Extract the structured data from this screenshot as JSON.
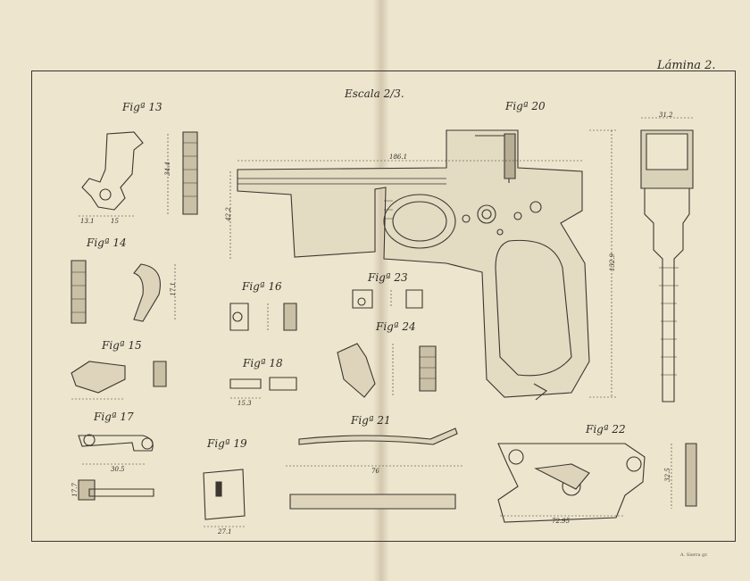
{
  "plate": {
    "label": "Lámina 2."
  },
  "scale": {
    "label": "Escala 2/3."
  },
  "figures": [
    {
      "id": "13",
      "label": "Figª 13"
    },
    {
      "id": "14",
      "label": "Figª 14"
    },
    {
      "id": "15",
      "label": "Figª 15"
    },
    {
      "id": "16",
      "label": "Figª 16"
    },
    {
      "id": "17",
      "label": "Figª 17"
    },
    {
      "id": "18",
      "label": "Figª 18"
    },
    {
      "id": "19",
      "label": "Figª 19"
    },
    {
      "id": "20",
      "label": "Figª 20"
    },
    {
      "id": "21",
      "label": "Figª 21"
    },
    {
      "id": "22",
      "label": "Figª 22"
    },
    {
      "id": "23",
      "label": "Figª 23"
    },
    {
      "id": "24",
      "label": "Figª 24"
    }
  ],
  "dimensions": {
    "fig20_length": "186.1",
    "fig20_height": "42.2",
    "fig20_grip": "132.9",
    "fig20_side_top": "31.2",
    "fig13_height": "34.4",
    "fig13_a": "13.1",
    "fig13_b": "15",
    "fig14_height": "17.1",
    "fig17_width": "30.5",
    "fig17_height": "17.7",
    "fig18_width": "15.3",
    "fig19_width": "27.1",
    "fig21_width": "76",
    "fig22_width": "72.95",
    "fig22_height": "32.5"
  },
  "imprint": {
    "text": "A. Sierra gr."
  }
}
